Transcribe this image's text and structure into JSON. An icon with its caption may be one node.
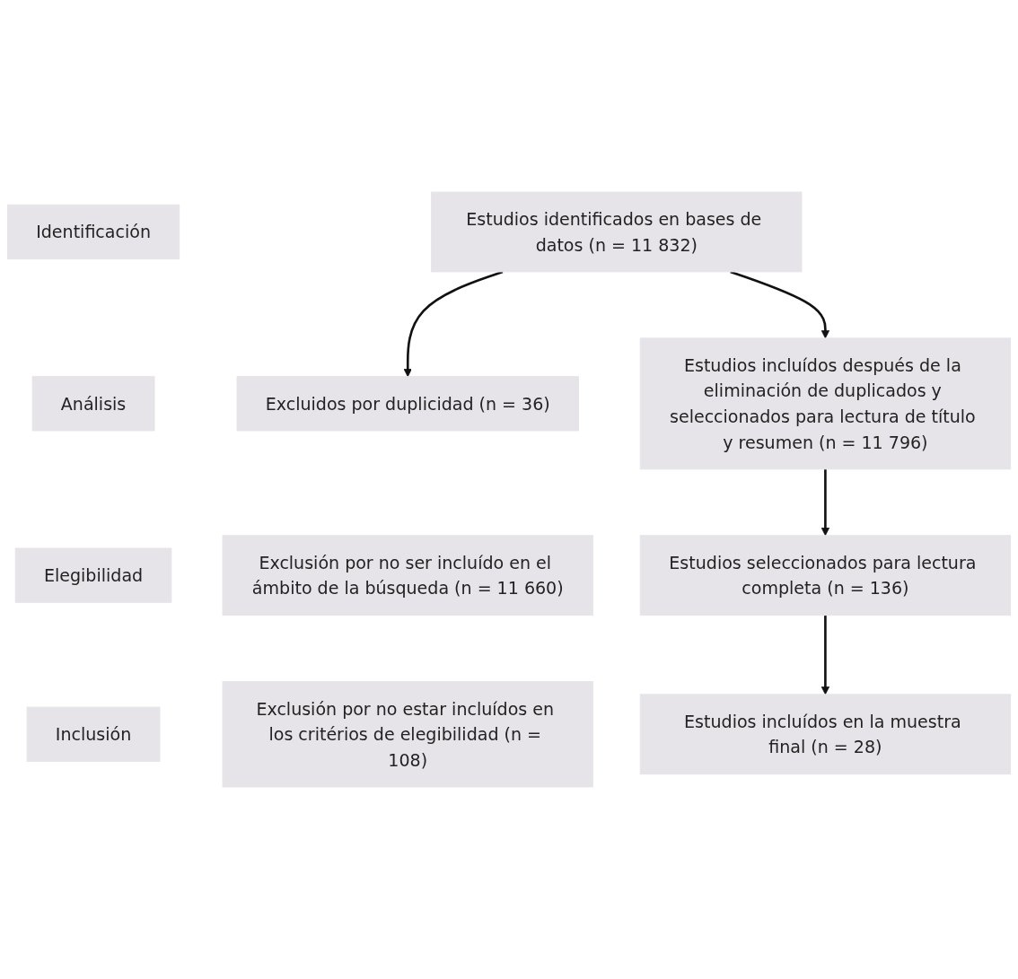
{
  "diagram": {
    "nodes": [
      {
        "text": [
          "Identificación"
        ]
      },
      {
        "text": [
          "Estudios identificados en bases de datos (n = 11 832)"
        ]
      },
      {
        "text": [
          "Excluidos por duplicidad (n = 36)"
        ]
      },
      {
        "text": [
          "Análisis"
        ]
      },
      {
        "text": [
          "Estudios incluídos después de la eliminación de duplicados y seleccionados para lectura de título y resumen (n = 11 796)"
        ]
      },
      {
        "text": [
          "Exclusión por no ser incluído en el ámbito de la búsqueda (n = 11 660)"
        ]
      },
      {
        "text": [
          "Elegibilidad"
        ]
      },
      {
        "text": [
          "Estudios seleccionados para lectura completa (n = 136)"
        ]
      },
      {
        "text": [
          "Exclusión por no estar incluídos en los critérios de elegibilidad (n = 108)"
        ]
      },
      {
        "text": [
          "Inclusión"
        ]
      },
      {
        "text": [
          "Estudios incluídos en la muestra final (n = 28)"
        ]
      }
    ],
    "edges": [
      {
        "from": 1,
        "to": 2,
        "arrow": "to"
      },
      {
        "from": 1,
        "to": 4,
        "arrow": "to"
      },
      {
        "from": 4,
        "to": 7,
        "arrow": "to"
      },
      {
        "from": 7,
        "to": 10,
        "arrow": "to"
      }
    ]
  }
}
